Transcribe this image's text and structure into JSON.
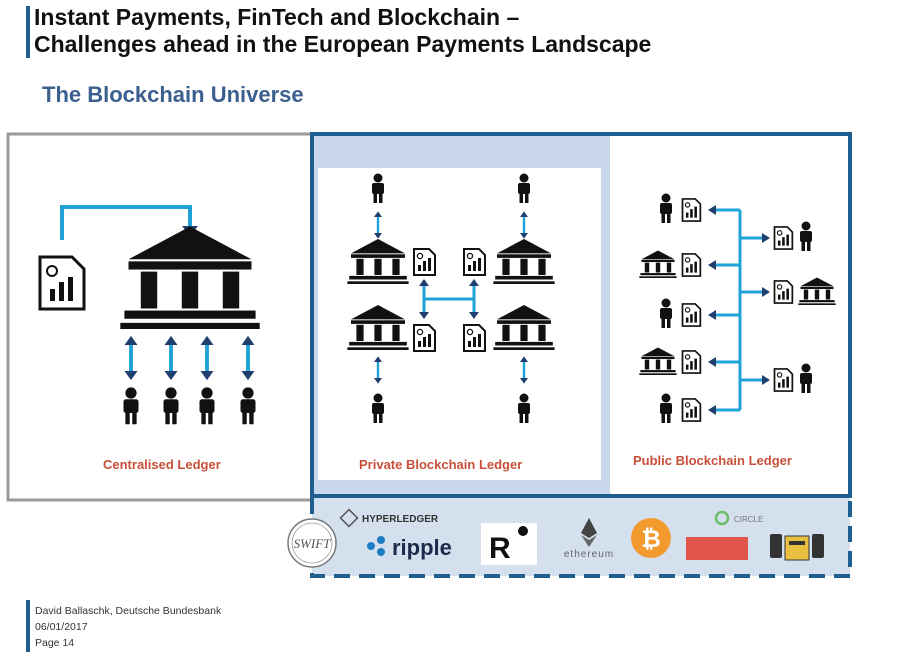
{
  "header": {
    "title_line1": "Instant Payments, FinTech and Blockchain –",
    "title_line2": "Challenges ahead in the European Payments Landscape",
    "subtitle": "The Blockchain Universe"
  },
  "panels": {
    "centralised": "Centralised Ledger",
    "private": "Private Blockchain Ledger",
    "public": "Public Blockchain Ledger"
  },
  "logos": {
    "swift": "SWIFT",
    "hyperledger": "HYPERLEDGER",
    "ripple": "ripple",
    "r3": "R",
    "ethereum": "ethereum",
    "bitcoin": "₿",
    "circle": "CIRCLE"
  },
  "footer": {
    "author": "David Ballaschk, Deutsche Bundesbank",
    "date": "06/01/2017",
    "page": "Page 14"
  },
  "colors": {
    "accent": "#1fa3d6",
    "navy": "#1f3f6e",
    "bar": "#1f5f8f",
    "label": "#c8503a",
    "private_bg": "#c9d7ec",
    "bitcoin": "#f29a2e"
  },
  "icons": [
    "document-chart-icon",
    "bank-icon",
    "person-icon",
    "double-arrow-icon"
  ]
}
